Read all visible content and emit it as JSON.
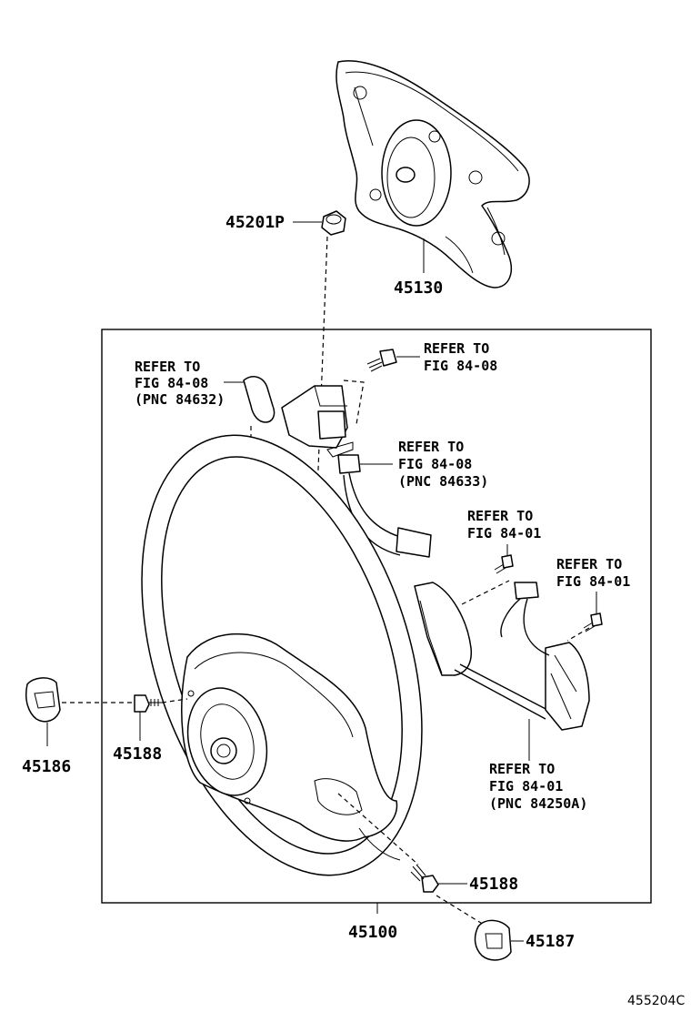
{
  "parts": {
    "airbag": "45130",
    "nut": "45201P",
    "wheel": "45100",
    "cover_left": "45186",
    "screw_left": "45188",
    "screw_bottom": "45188",
    "cover_bottom": "45187"
  },
  "refs": {
    "ref_a": [
      "REFER TO",
      "FIG 84-08",
      "(PNC 84632)"
    ],
    "ref_b": [
      "REFER TO",
      "FIG 84-08"
    ],
    "ref_c": [
      "REFER TO",
      "FIG 84-08",
      "(PNC 84633)"
    ],
    "ref_d": [
      "REFER TO",
      "FIG 84-01"
    ],
    "ref_e": [
      "REFER TO",
      "FIG 84-01"
    ],
    "ref_f": [
      "REFER TO",
      "FIG 84-01",
      "(PNC 84250A)"
    ]
  },
  "figure_id": "455204C",
  "icons": {
    "airbag": "airbag-module-icon",
    "wheel": "steering-wheel-icon",
    "switch": "pad-switch-icon",
    "harness": "wire-harness-icon",
    "cruise": "cruise-switch-icon"
  }
}
